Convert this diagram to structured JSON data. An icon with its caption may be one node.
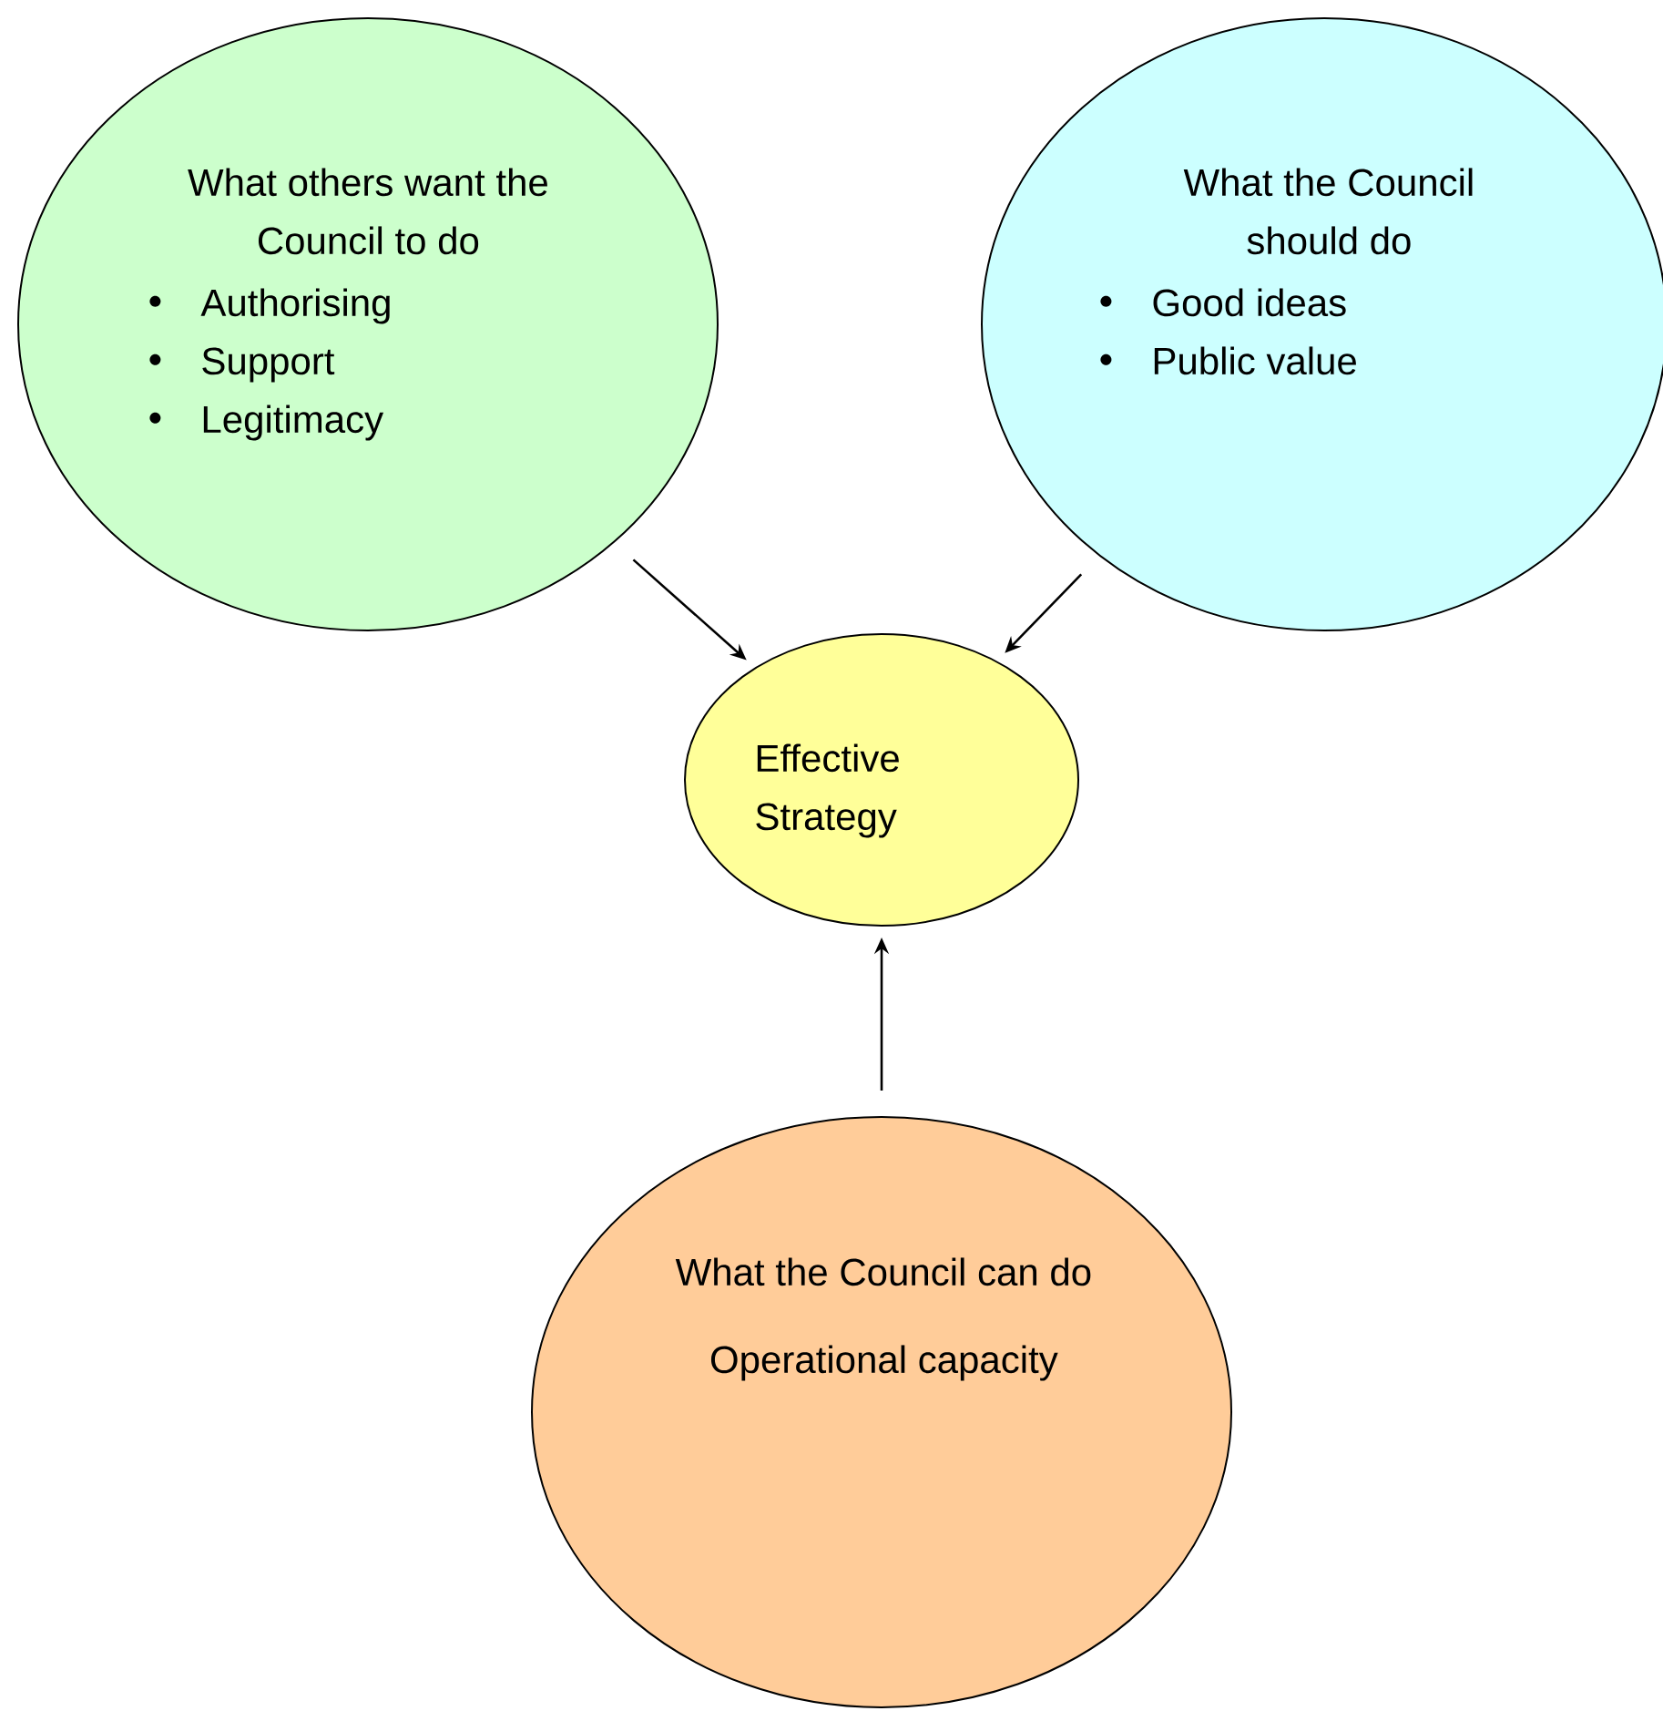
{
  "diagram": {
    "nodes": [
      {
        "text": [
          "What others want the Council to do",
          "Authorising",
          "Support",
          "Legitimacy"
        ]
      },
      {
        "text": [
          "What the Council should do",
          "Good ideas",
          "Public value"
        ]
      },
      {
        "text": [
          "Effective Strategy"
        ]
      },
      {
        "text": [
          "What the Council can do",
          "Operational capacity"
        ]
      }
    ],
    "edges": [
      {
        "from": 0,
        "to": 2,
        "arrow": "to"
      },
      {
        "from": 1,
        "to": 2,
        "arrow": "to"
      },
      {
        "from": 3,
        "to": 2,
        "arrow": "to"
      }
    ]
  }
}
